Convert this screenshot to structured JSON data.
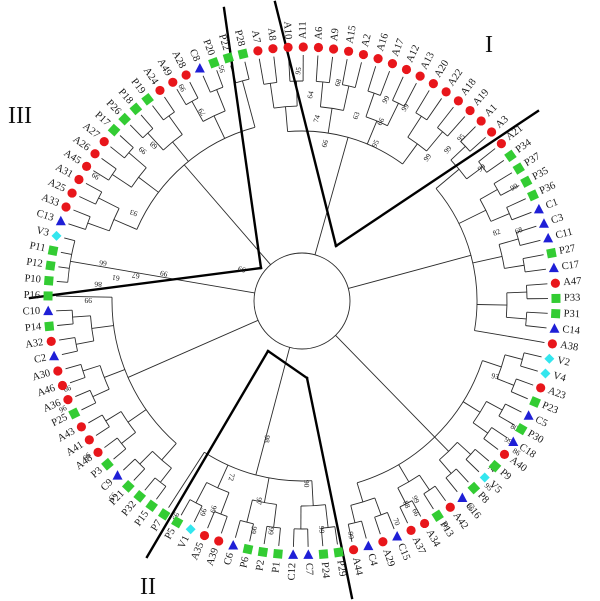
{
  "figure": {
    "clade_labels": [
      {
        "id": "I",
        "text": "I"
      },
      {
        "id": "II",
        "text": "II"
      },
      {
        "id": "III",
        "text": "III"
      }
    ],
    "marker_colors": {
      "A": "#e8161b",
      "P": "#33cc33",
      "C": "#1f1fd6",
      "V": "#33e6ee"
    },
    "marker_shapes": {
      "A": "circle",
      "P": "square",
      "C": "triangle",
      "V": "diamond"
    },
    "leaves": [
      "A7",
      "A8",
      "A10",
      "A11",
      "A6",
      "A9",
      "A15",
      "A2",
      "A16",
      "A17",
      "A12",
      "A13",
      "A20",
      "A22",
      "A18",
      "A19",
      "A1",
      "A3",
      "A21",
      "P34",
      "P37",
      "P35",
      "P36",
      "C1",
      "C3",
      "C11",
      "P27",
      "C17",
      "A47",
      "P33",
      "P31",
      "C14",
      "A38",
      "V2",
      "V4",
      "A23",
      "P23",
      "C5",
      "P30",
      "C18",
      "A40",
      "P9",
      "V5",
      "P8",
      "C16",
      "A42",
      "P13",
      "A34",
      "A37",
      "C15",
      "A29",
      "C4",
      "A44",
      "P29",
      "P24",
      "C7",
      "C12",
      "P1",
      "P2",
      "P6",
      "C6",
      "A39",
      "A35",
      "V1",
      "P5",
      "P7",
      "P15",
      "P32",
      "P21",
      "C9",
      "P3",
      "A48",
      "A41",
      "A43",
      "P25",
      "A36",
      "A46",
      "A30",
      "C2",
      "A32",
      "P14",
      "C10",
      "P16",
      "P10",
      "P12",
      "P11",
      "V3",
      "C13",
      "A33",
      "A25",
      "A31",
      "A45",
      "A26",
      "A27",
      "P17",
      "P26",
      "P18",
      "P19",
      "A24",
      "A49",
      "A28",
      "C8",
      "P20",
      "P22",
      "P28"
    ],
    "bootstrap_values": [
      "95",
      "64",
      "74",
      "66",
      "68",
      "63",
      "95",
      "66",
      "99",
      "99",
      "99",
      "99",
      "95",
      "99",
      "82",
      "68",
      "99",
      "93",
      "80",
      "99",
      "86",
      "74",
      "95",
      "86",
      "99",
      "70",
      "66",
      "99",
      "88",
      "99",
      "99",
      "97",
      "72",
      "98",
      "99",
      "90",
      "99",
      "99",
      "99",
      "99",
      "93",
      "93",
      "96",
      "99",
      "93",
      "99",
      "99",
      "68",
      "79",
      "99",
      "95",
      "66",
      "86",
      "61",
      "67",
      "99",
      "99",
      "99"
    ]
  }
}
